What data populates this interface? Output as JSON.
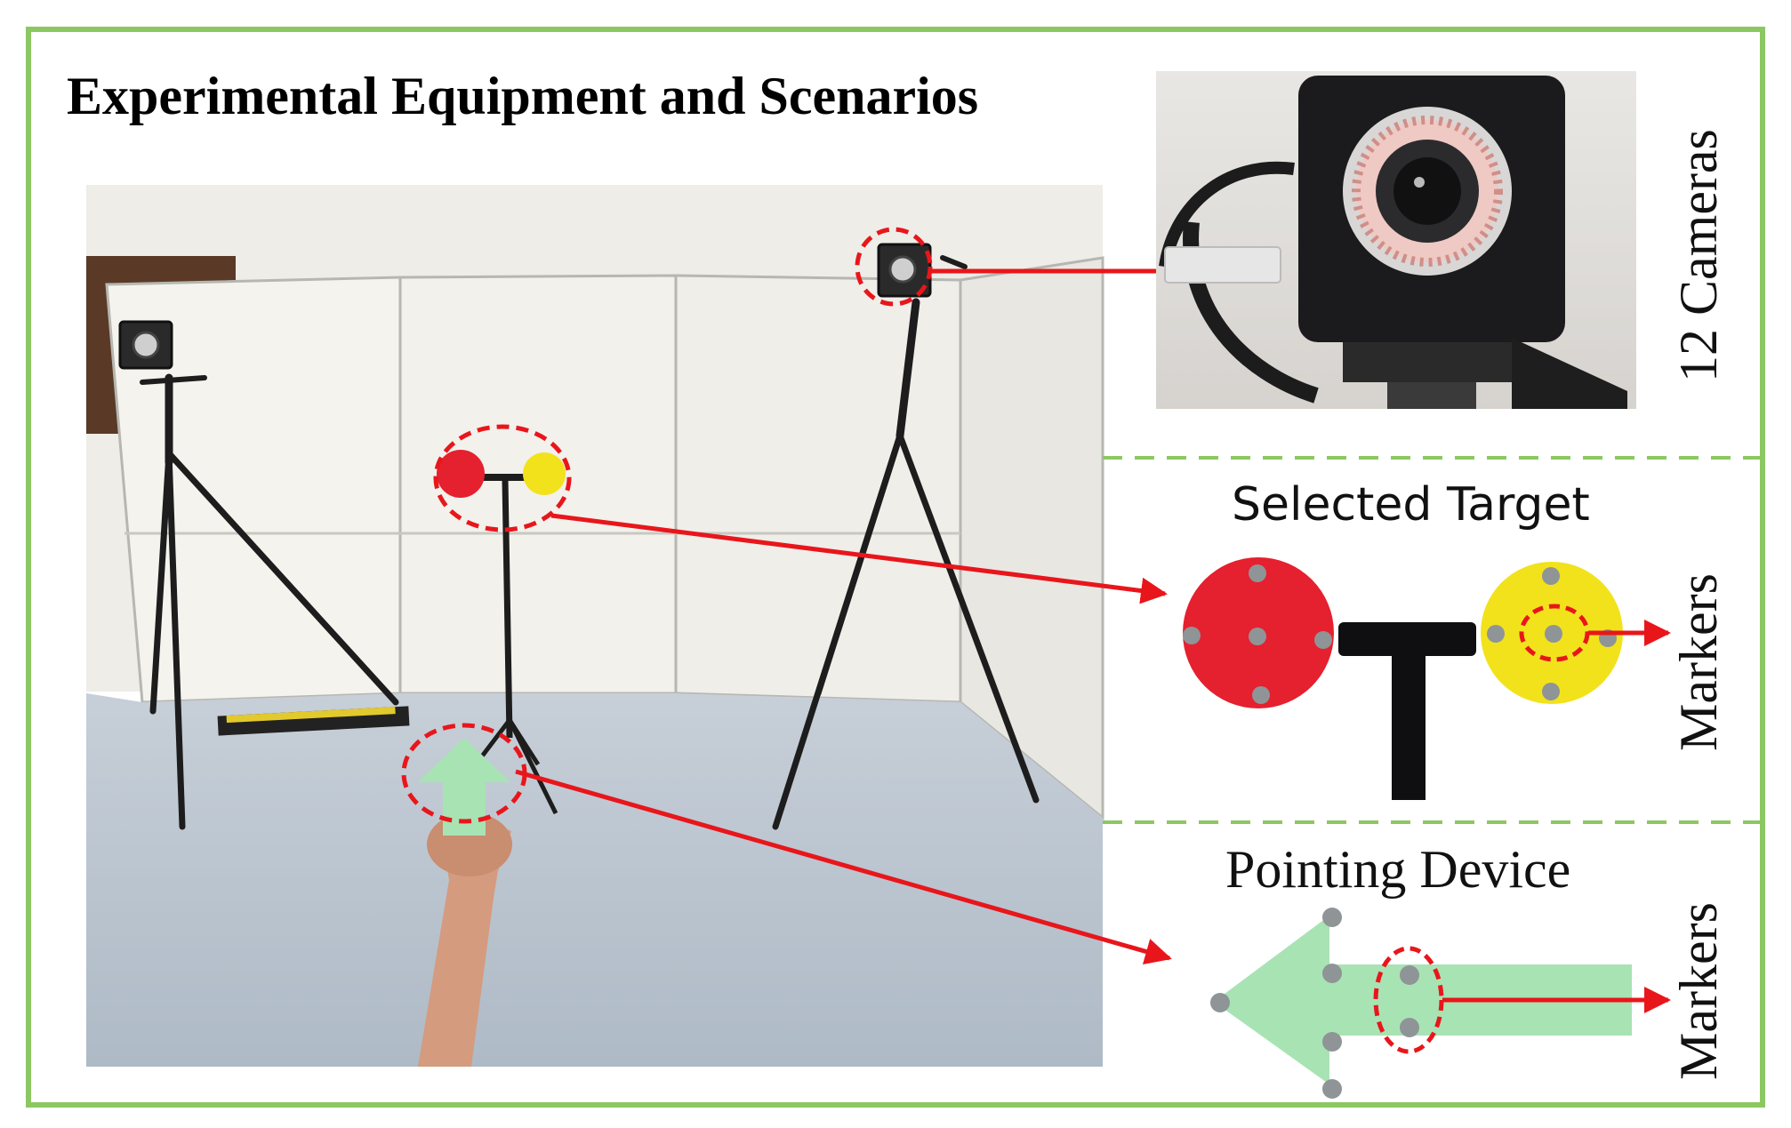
{
  "title": "Experimental Equipment and Scenarios",
  "labels": {
    "cameras": "12 Cameras",
    "selected_target": "Selected Target",
    "pointing_device": "Pointing Device",
    "markers_target": "Markers",
    "markers_device": "Markers"
  },
  "colors": {
    "frame_border": "#8cc861",
    "divider": "#8cc861",
    "callout": "#e8161b",
    "target_red": "#e5202f",
    "target_yellow": "#f2e21c",
    "device_green": "#a8e3b4",
    "wall": "#ecebe6",
    "floor": "#b9c3cd"
  }
}
